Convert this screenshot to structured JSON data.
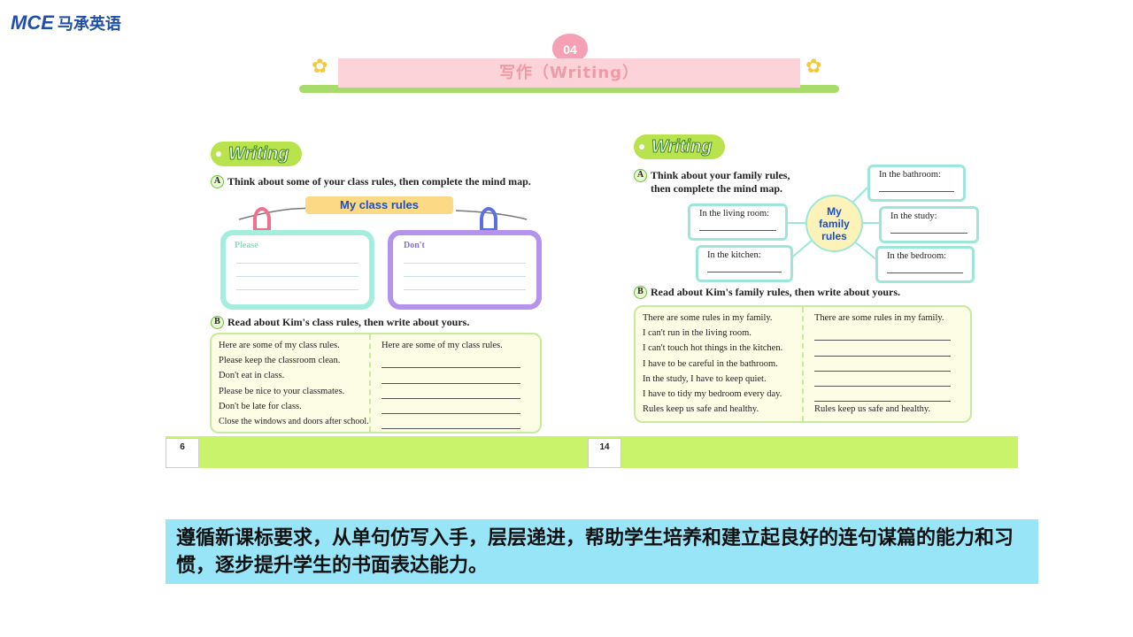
{
  "logo": {
    "mark": "MCE",
    "name": "马承英语"
  },
  "header": {
    "number": "04",
    "title": "写作（Writing）"
  },
  "left_page": {
    "badge": "Writing",
    "a_letter": "A",
    "a_text": "Think about some of your class rules, then complete the mind map.",
    "banner": "My class rules",
    "please": "Please",
    "dont": "Don't",
    "b_letter": "B",
    "b_text": "Read about Kim's class rules, then write about yours.",
    "kim_lines": [
      "Here are some of my class rules.",
      "Please keep the classroom clean.",
      "Don't eat in class.",
      "Please be nice to your classmates.",
      "Don't be late for class.",
      "Close the windows and doors after school."
    ],
    "yours_intro": "Here are some of my class rules.",
    "page_number": "6"
  },
  "right_page": {
    "badge": "Writing",
    "a_letter": "A",
    "a_text_1": "Think about your family rules,",
    "a_text_2": "then complete the mind map.",
    "center": "My family rules",
    "rooms": {
      "bathroom": "In the bathroom:",
      "living": "In the living room:",
      "study": "In the study:",
      "kitchen": "In the kitchen:",
      "bedroom": "In the bedroom:"
    },
    "b_letter": "B",
    "b_text": "Read about Kim's family rules, then write about yours.",
    "kim_lines": [
      "There are some rules in my family.",
      "I can't run in the living room.",
      "I can't touch hot things in the kitchen.",
      "I have to be careful in the bathroom.",
      "In the study, I have to keep quiet.",
      "I have to tidy my bedroom every day.",
      "Rules keep us safe and healthy."
    ],
    "yours_intro": "There are some rules in my family.",
    "yours_outro": "Rules keep us safe and healthy.",
    "page_number": "14"
  },
  "note": "遵循新课标要求，从单句仿写入手，层层递进，帮助学生培养和建立起良好的连句谋篇的能力和习惯，逐步提升学生的书面表达能力。"
}
